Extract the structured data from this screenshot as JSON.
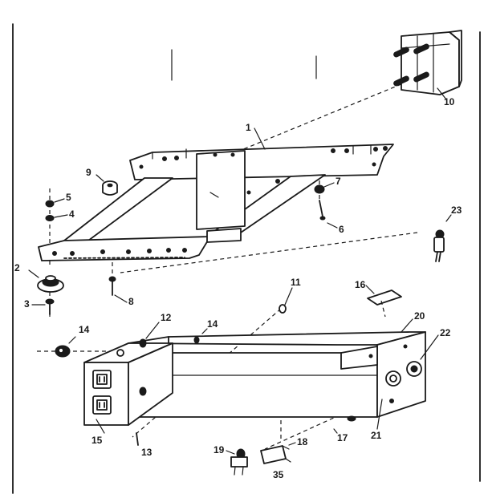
{
  "callouts": {
    "c1": "1",
    "c2": "2",
    "c3": "3",
    "c4": "4",
    "c5": "5",
    "c6": "6",
    "c7": "7",
    "c8": "8",
    "c9": "9",
    "c10": "10",
    "c11": "11",
    "c12": "12",
    "c13": "13",
    "c14a": "14",
    "c14b": "14",
    "c15": "15",
    "c16": "16",
    "c17": "17",
    "c18": "18",
    "c19": "19",
    "c20": "20",
    "c21": "21",
    "c22": "22",
    "c23": "23",
    "c35": "35"
  },
  "colors": {
    "ink": "#1a1a1a",
    "paper": "#ffffff"
  }
}
